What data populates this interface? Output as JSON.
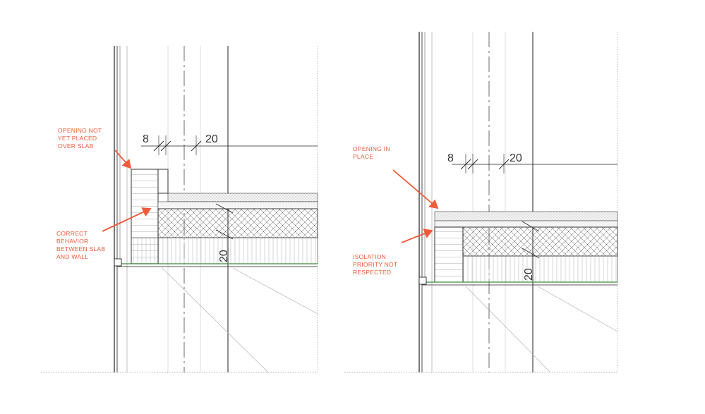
{
  "colors": {
    "annotation": "#ef5b3c",
    "line": "#222222",
    "thin_line": "#9a9a9a",
    "slab_top_line": "#3a8d3a",
    "background": "#ffffff"
  },
  "left_detail": {
    "notes": {
      "opening_not_placed": "OPENING NOT\nYET PLACED\nOVER SLAB",
      "correct_behavior": "CORRECT\nBEHAVIOR\nBETWEEN SLAB\nAND WALL"
    },
    "dimensions": {
      "a": "8",
      "b": "20",
      "vertical": "20"
    }
  },
  "right_detail": {
    "notes": {
      "opening_in_place": "OPENING IN\nPLACE",
      "isolation_priority": "ISOLATION\nPRIORITY NOT\nRESPECTED."
    },
    "dimensions": {
      "a": "8",
      "b": "20",
      "vertical": "20"
    }
  },
  "icons": [
    "arrow-icon"
  ]
}
